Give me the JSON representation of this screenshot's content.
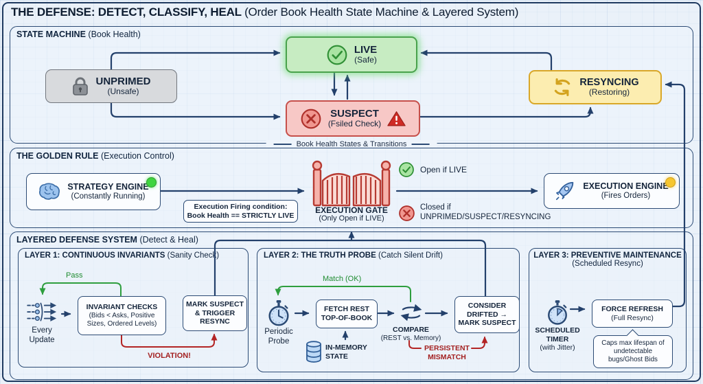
{
  "title": {
    "main": "THE DEFENSE: DETECT, CLASSIFY, HEAL",
    "sub": "(Order Book Health State Machine & Layered System)"
  },
  "colors": {
    "live_green": "#c7ecc2",
    "suspect_red": "#f7c8c6",
    "resync_yellow": "#fcedb0",
    "unprimed_gray": "#d8dadd",
    "line_navy": "#23406b",
    "ok_green": "#2e9e3e",
    "alert_red": "#b32424"
  },
  "state_machine": {
    "header": {
      "bold": "STATE MACHINE",
      "rest": "(Book Health)"
    },
    "caption": "Book Health States & Transitions",
    "unprimed": {
      "name": "UNPRIMED",
      "sub": "(Unsafe)"
    },
    "live": {
      "name": "LIVE",
      "sub": "(Safe)"
    },
    "suspect": {
      "name": "SUSPECT",
      "sub": "(Fsiled Check)"
    },
    "resyncing": {
      "name": "RESYNCING",
      "sub": "(Restoring)"
    }
  },
  "golden_rule": {
    "header": {
      "bold": "THE GOLDEN RULE",
      "rest": "(Execution Control)"
    },
    "strategy": {
      "name": "STRATEGY ENGINE",
      "sub": "(Constantly Running)"
    },
    "firing_note": {
      "line1": "Execution Firing condition:",
      "line2": "Book Health == STRICTLY LIVE"
    },
    "gate": {
      "name": "EXECUTION GATE",
      "sub": "(Only Open if LIVE)"
    },
    "open_rule": "Open if LIVE",
    "closed_rule_line1": "Closed if",
    "closed_rule_line2": "UNPRIMED/SUSPECT/RESYNCING",
    "engine": {
      "name": "EXECUTION ENGINE",
      "sub": "(Fires Orders)"
    }
  },
  "layered": {
    "header": {
      "bold": "LAYERED DEFENSE SYSTEM",
      "rest": "(Detect & Heal)"
    },
    "layer1": {
      "header": {
        "bold": "LAYER 1: CONTINUOUS INVARIANTS",
        "rest": "(Sanity Check)"
      },
      "pass_label": "Pass",
      "every_update": {
        "line1": "Every",
        "line2": "Update"
      },
      "invariant_checks": {
        "line1": "INVARIANT CHECKS",
        "line2": "(Bids < Asks, Positive",
        "line3": "Sizes, Ordered Levels)"
      },
      "mark_suspect": {
        "line1": "MARK SUSPECT",
        "line2": "& TRIGGER",
        "line3": "RESYNC"
      },
      "violation_label": "VIOLATION!"
    },
    "layer2": {
      "header": {
        "bold": "LAYER 2: THE TRUTH PROBE",
        "rest": "(Catch Silent Drift)"
      },
      "match_label": "Match (OK)",
      "periodic_probe": {
        "line1": "Periodic",
        "line2": "Probe"
      },
      "fetch": {
        "line1": "FETCH REST",
        "line2": "TOP-OF-BOOK"
      },
      "compare": {
        "line1": "COMPARE",
        "line2": "(REST vs. Memory)"
      },
      "consider": {
        "line1": "CONSIDER",
        "line2": "DRIFTED →",
        "line3": "MARK SUSPECT"
      },
      "in_memory": {
        "line1": "IN-MEMORY",
        "line2": "STATE"
      },
      "mismatch": {
        "line1": "PERSISTENT",
        "line2": "MISMATCH"
      }
    },
    "layer3": {
      "header": {
        "bold": "LAYER 3: PREVENTIVE MAINTENANCE",
        "rest": "(Scheduled Resync)"
      },
      "timer": {
        "line1": "SCHEDULED",
        "line2": "TIMER",
        "line3": "(with Jitter)"
      },
      "force_refresh": {
        "line1": "FORCE REFRESH",
        "line2": "(Full Resync)"
      },
      "note": {
        "line1": "Caps max lifespan of",
        "line2": "undetectable",
        "line3": "bugs/Ghost Bids"
      }
    }
  }
}
